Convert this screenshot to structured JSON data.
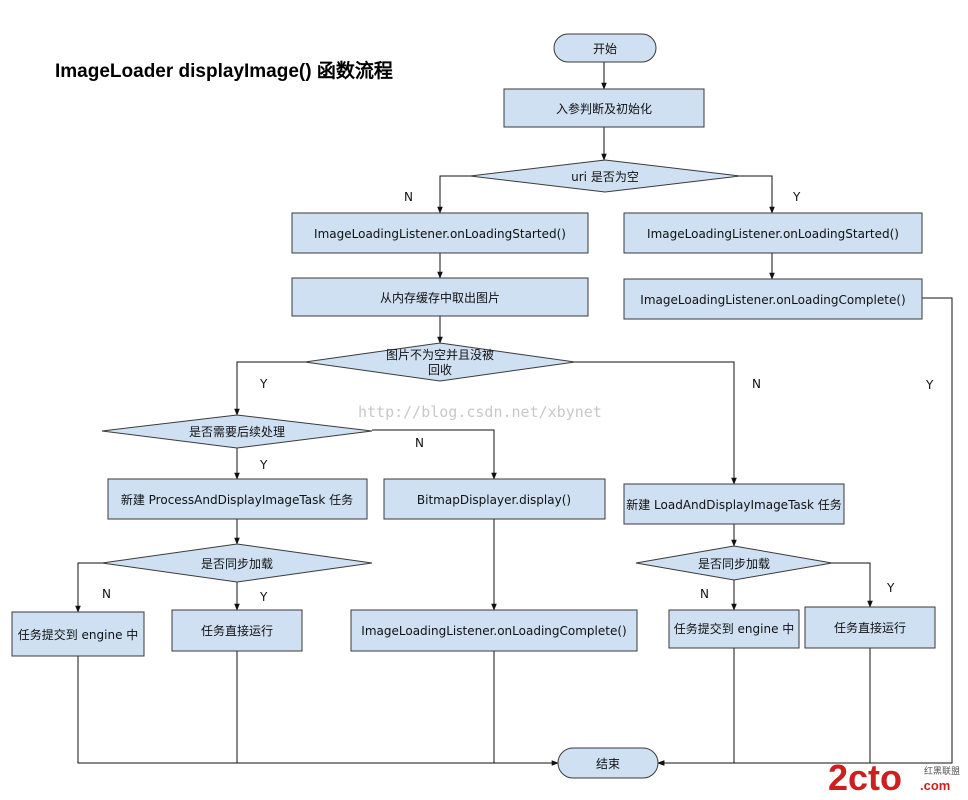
{
  "title": "ImageLoader displayImage() 函数流程",
  "watermark": "http://blog.csdn.net/xbynet",
  "logo": {
    "main": "2cto",
    "dotcom": ".com",
    "cn": "红黑联盟"
  },
  "nodes": {
    "start": "开始",
    "init": "入参判断及初始化",
    "uri_empty": "uri 是否为空",
    "started_left": "ImageLoadingListener.onLoadingStarted()",
    "started_right": "ImageLoadingListener.onLoadingStarted()",
    "complete_right": "ImageLoadingListener.onLoadingComplete()",
    "mem_cache": "从内存缓存中取出图片",
    "bitmap_check_line1": "图片不为空并且没被",
    "bitmap_check_line2": "回收",
    "post_process": "是否需要后续处理",
    "new_process_task": "新建 ProcessAndDisplayImageTask 任务",
    "bitmap_display": "BitmapDisplayer.display()",
    "new_load_task": "新建 LoadAndDisplayImageTask 任务",
    "sync_left": "是否同步加载",
    "sync_right": "是否同步加载",
    "submit_left": "任务提交到 engine 中",
    "run_left": "任务直接运行",
    "complete_mid": "ImageLoadingListener.onLoadingComplete()",
    "submit_right": "任务提交到 engine 中",
    "run_right": "任务直接运行",
    "end": "结束"
  },
  "edge_labels": {
    "uri_no": "N",
    "uri_yes": "Y",
    "bitmap_yes": "Y",
    "bitmap_no": "N",
    "complete_yes": "Y",
    "post_yes": "Y",
    "post_no": "N",
    "sync_left_no": "N",
    "sync_left_yes": "Y",
    "sync_right_no": "N",
    "sync_right_yes": "Y"
  }
}
